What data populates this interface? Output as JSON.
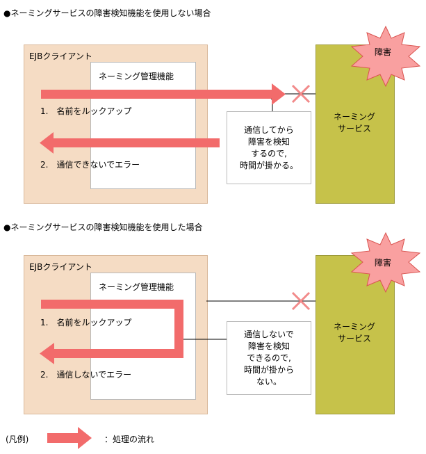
{
  "scenario1": {
    "heading": "●ネーミングサービスの障害検知機能を使用しない場合",
    "client_label": "EJBクライアント",
    "manager_label": "ネーミング管理機能",
    "step1": "1.　名前をルックアップ",
    "step2": "2.　通信できないでエラー",
    "note_lines": [
      "通信してから",
      "障害を検知",
      "するので,",
      "時間が掛かる。"
    ],
    "service_lines": [
      "ネーミング",
      "サービス"
    ],
    "failure_label": "障害"
  },
  "scenario2": {
    "heading": "●ネーミングサービスの障害検知機能を使用した場合",
    "client_label": "EJBクライアント",
    "manager_label": "ネーミング管理機能",
    "step1": "1.　名前をルックアップ",
    "step2": "2.　通信しないでエラー",
    "note_lines": [
      "通信しないで",
      "障害を検知",
      "できるので,",
      "時間が掛から",
      "ない。"
    ],
    "service_lines": [
      "ネーミング",
      "サービス"
    ],
    "failure_label": "障害"
  },
  "legend": {
    "label": "(凡例)",
    "description": "：処理の流れ"
  },
  "colors": {
    "flow_arrow": "#f26b6b",
    "failure_burst": "#f9a0a0",
    "cross_mark": "#f28a8a",
    "client_box": "#f5dcc4",
    "service_box": "#c6c24a"
  }
}
